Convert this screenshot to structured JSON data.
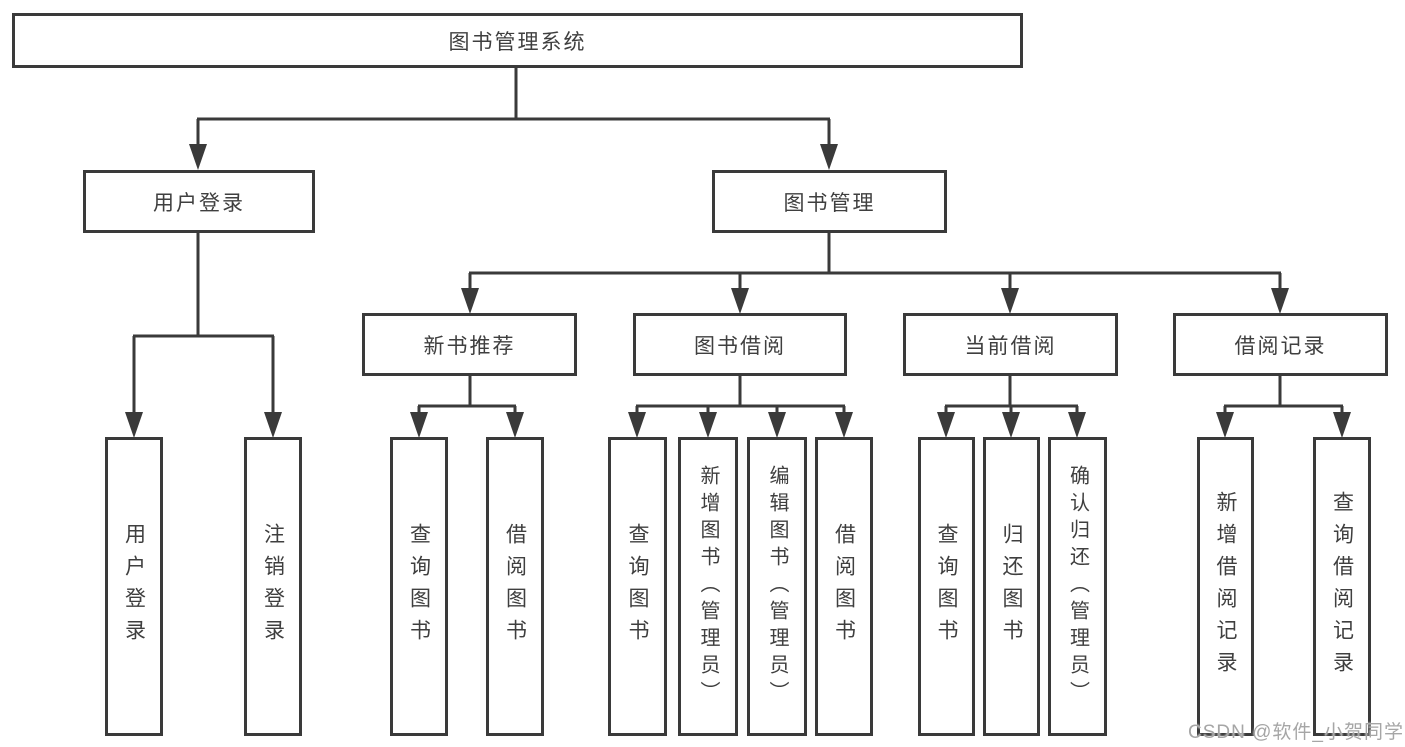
{
  "colors": {
    "line": "#3a3a3a",
    "text": "#3f3f3f",
    "box_background": "#ffffff",
    "page_background": "#ffffff",
    "watermark": "#a6a6a6"
  },
  "watermark": {
    "text": "CSDN @软件_小贺同学"
  },
  "tree": {
    "label": "图书管理系统",
    "children": [
      {
        "label": "用户登录",
        "children": [
          {
            "label": "用户登录"
          },
          {
            "label": "注销登录"
          }
        ]
      },
      {
        "label": "图书管理",
        "children": [
          {
            "label": "新书推荐",
            "children": [
              {
                "label": "查询图书"
              },
              {
                "label": "借阅图书"
              }
            ]
          },
          {
            "label": "图书借阅",
            "children": [
              {
                "label": "查询图书"
              },
              {
                "label": "新增图书（管理员）"
              },
              {
                "label": "编辑图书（管理员）"
              },
              {
                "label": "借阅图书"
              }
            ]
          },
          {
            "label": "当前借阅",
            "children": [
              {
                "label": "查询图书"
              },
              {
                "label": "归还图书"
              },
              {
                "label": "确认归还（管理员）"
              }
            ]
          },
          {
            "label": "借阅记录",
            "children": [
              {
                "label": "新增借阅记录"
              },
              {
                "label": "查询借阅记录"
              }
            ]
          }
        ]
      }
    ]
  }
}
